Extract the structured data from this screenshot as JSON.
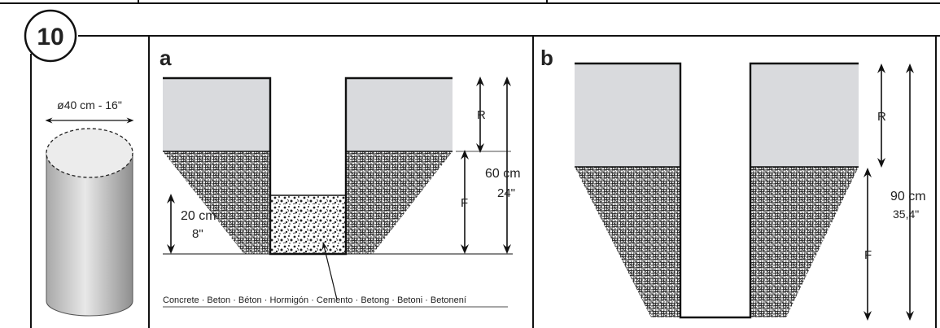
{
  "step_number": "10",
  "panel_a": {
    "letter": "a",
    "dim_R": "R",
    "dim_F": "F",
    "depth_cm": "60 cm",
    "depth_in": "24\"",
    "concrete_cm": "20 cm",
    "concrete_in": "8\"",
    "materials_caption": "Concrete · Beton · Béton · Hormigón · Cemento · Betong · Betoni · Betonení"
  },
  "panel_b": {
    "letter": "b",
    "dim_R": "R",
    "dim_F": "F",
    "depth_cm": "90 cm",
    "depth_in": "35,4\""
  },
  "cylinder": {
    "diameter_label": "ø40 cm - 16\""
  },
  "colors": {
    "slab": "#d9dadd",
    "soil": "#222222",
    "cylinder_light": "#e6e6e6",
    "cylinder_dark": "#9a9a9a"
  }
}
